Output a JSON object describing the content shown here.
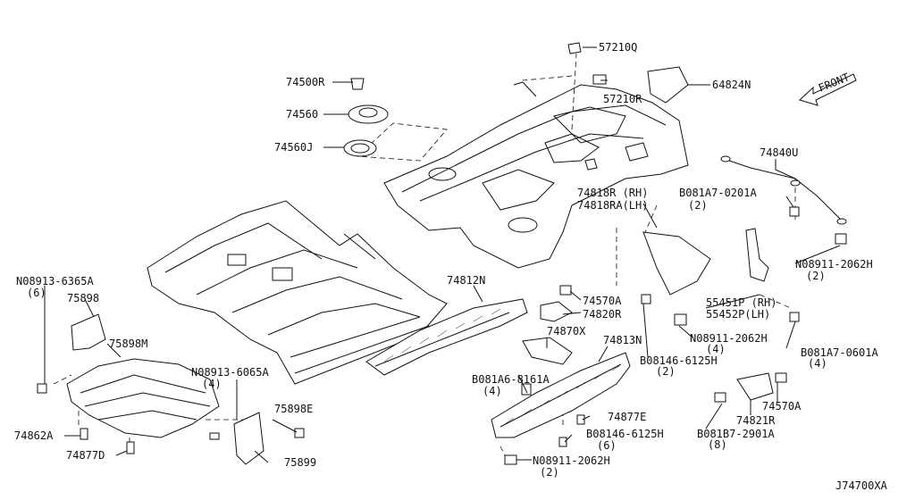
{
  "diagram": {
    "code": "J74700XA",
    "front": "FRONT",
    "labels": {
      "l57210q": "57210Q",
      "l57210r": "57210R",
      "l64824n": "64824N",
      "l74500r": "74500R",
      "l74560": "74560",
      "l74560j": "74560J",
      "l74840u": "74840U",
      "l74818r": "74818R (RH)",
      "l74818ra": "74818RA(LH)",
      "l081a70201a": "B081A7-0201A",
      "l081a70201a_q": "(2)",
      "l0891120622": "N08911-2062H",
      "l0891120622_q": "(2)",
      "l089136365a": "N08913-6365A",
      "l089136365a_q": "(6)",
      "l75898": "75898",
      "l75898m": "75898M",
      "l74812n": "74812N",
      "l74570a_1": "74570A",
      "l74820r": "74820R",
      "l55451p": "55451P (RH)",
      "l55452p": "55452P(LH)",
      "l0891120623": "N08911-2062H",
      "l0891120623_q": "(4)",
      "l081a70601a": "B081A7-0601A",
      "l081a70601a_q": "(4)",
      "l74870x": "74870X",
      "l74813n": "74813N",
      "l0814661251": "B08146-6125H",
      "l0814661251_q": "(2)",
      "l089136065a": "N08913-6065A",
      "l089136065a_q": "(4)",
      "l081a68161a": "B081A6-8161A",
      "l081a68161a_q": "(4)",
      "l74862a": "74862A",
      "l75898e": "75898E",
      "l74877e": "74877E",
      "l74570a_2": "74570A",
      "l74821r": "74821R",
      "l081b72901a": "B081B7-2901A",
      "l081b72901a_q": "(8)",
      "l0814661252": "B08146-6125H",
      "l0814661252_q": "(6)",
      "l74877d": "74877D",
      "l75899": "75899",
      "l0891120624": "N08911-2062H",
      "l0891120624_q": "(2)"
    }
  }
}
